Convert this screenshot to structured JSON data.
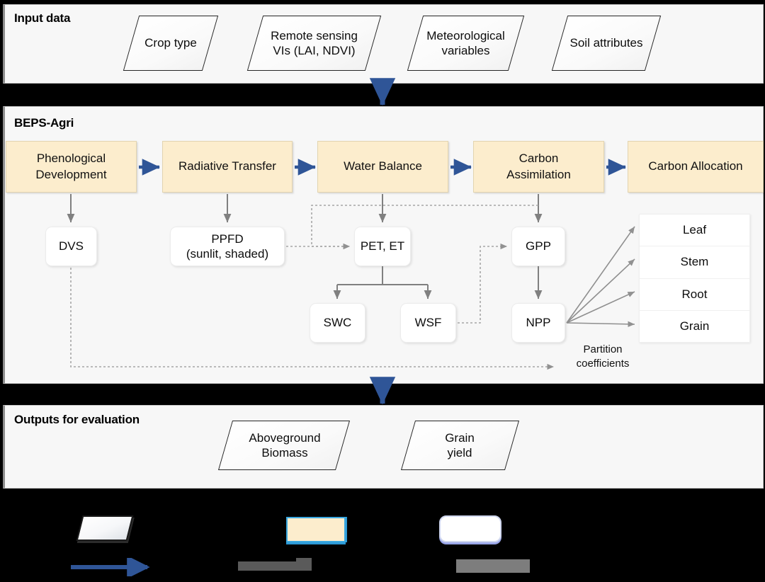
{
  "figure": {
    "background_color": "#000000",
    "panel_background": "#f7f7f7",
    "accent_blue": "#2f5597",
    "process_fill": "#fcedcd",
    "process_border": "#e2d4b0"
  },
  "sections": {
    "input": {
      "title": "Input data"
    },
    "model": {
      "title": "BEPS-Agri"
    },
    "outputs": {
      "title": "Outputs for evaluation"
    }
  },
  "input_nodes": [
    {
      "label": "Crop type"
    },
    {
      "label": "Remote sensing\nVIs (LAI, NDVI)"
    },
    {
      "label": "Meteorological\nvariables"
    },
    {
      "label": "Soil attributes"
    }
  ],
  "process_nodes": [
    {
      "label": "Phenological\nDevelopment"
    },
    {
      "label": "Radiative Transfer"
    },
    {
      "label": "Water Balance"
    },
    {
      "label": "Carbon\nAssimilation"
    },
    {
      "label": "Carbon Allocation"
    }
  ],
  "variable_nodes": [
    {
      "label": "DVS"
    },
    {
      "label": "PPFD\n(sunlit, shaded)"
    },
    {
      "label": "PET, ET"
    },
    {
      "label": "GPP"
    },
    {
      "label": "SWC"
    },
    {
      "label": "WSF"
    },
    {
      "label": "NPP"
    }
  ],
  "partition": {
    "caption": "Partition\ncoefficients",
    "items": [
      {
        "label": "Leaf"
      },
      {
        "label": "Stem"
      },
      {
        "label": "Root"
      },
      {
        "label": "Grain"
      }
    ]
  },
  "output_nodes": [
    {
      "label": "Aboveground\nBiomass"
    },
    {
      "label": "Grain\nyield"
    }
  ],
  "legend": {
    "items": [
      {
        "icon": "parallelogram-swatch",
        "label": ""
      },
      {
        "icon": "yellow-box-swatch",
        "label": ""
      },
      {
        "icon": "white-rounded-box-swatch",
        "label": ""
      },
      {
        "icon": "blue-arrow-swatch",
        "label": ""
      },
      {
        "icon": "dashed-line-swatch",
        "label": ""
      },
      {
        "icon": "redacted-label",
        "label": ""
      }
    ]
  }
}
